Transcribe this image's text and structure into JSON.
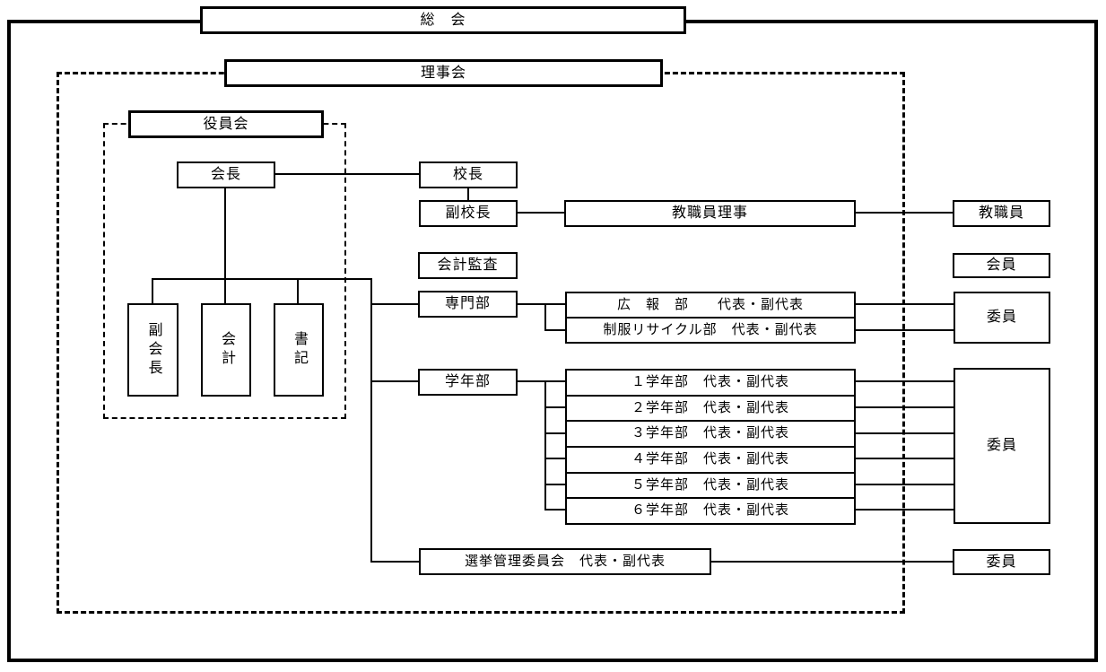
{
  "diagram": {
    "general_meeting": "総　会",
    "board_of_directors": "理事会",
    "officers_board": "役員会",
    "president": "会長",
    "principal": "校長",
    "vice_principal": "副校長",
    "faculty_directors": "教職員理事",
    "faculty": "教職員",
    "accounting_audit": "会計監査",
    "members": "会員",
    "vice_president": "副会長",
    "treasurer": "会計",
    "secretary": "書記",
    "specialty_dept": "専門部",
    "pr_dept_row": "広　報　部　　代表・副代表",
    "uniform_recycle_row": "制服リサイクル部　代表・副代表",
    "committee_specialty": "委員",
    "grade_dept": "学年部",
    "grade_rows": [
      "１学年部　代表・副代表",
      "２学年部　代表・副代表",
      "３学年部　代表・副代表",
      "４学年部　代表・副代表",
      "５学年部　代表・副代表",
      "６学年部　代表・副代表"
    ],
    "committee_grade": "委員",
    "election_committee_row": "選挙管理委員会　代表・副代表",
    "committee_election": "委員",
    "colors": {
      "line": "#000000",
      "background": "#ffffff"
    }
  }
}
